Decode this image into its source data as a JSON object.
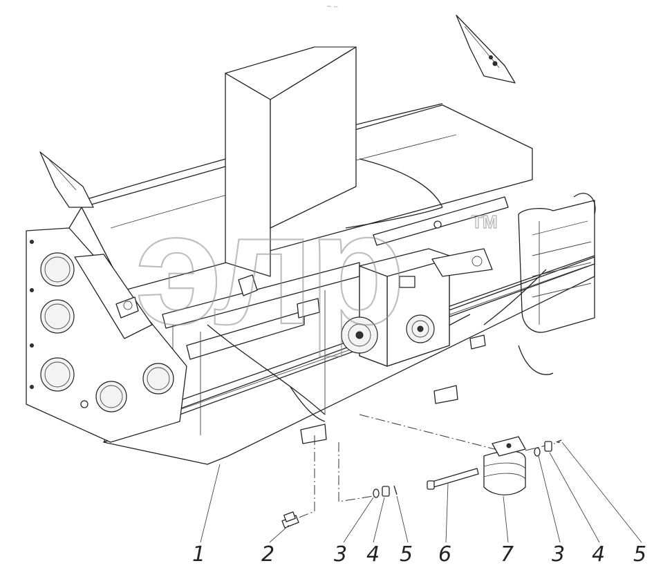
{
  "figure": {
    "top_mark": "~ --",
    "watermark": {
      "text": "элр",
      "trademark": "TM"
    },
    "callouts": [
      {
        "id": "c1",
        "label": "1"
      },
      {
        "id": "c2",
        "label": "2"
      },
      {
        "id": "c3a",
        "label": "3"
      },
      {
        "id": "c4a",
        "label": "4"
      },
      {
        "id": "c5a",
        "label": "5"
      },
      {
        "id": "c6",
        "label": "6"
      },
      {
        "id": "c7",
        "label": "7"
      },
      {
        "id": "c3b",
        "label": "3"
      },
      {
        "id": "c4b",
        "label": "4"
      },
      {
        "id": "c5b",
        "label": "5"
      }
    ]
  }
}
